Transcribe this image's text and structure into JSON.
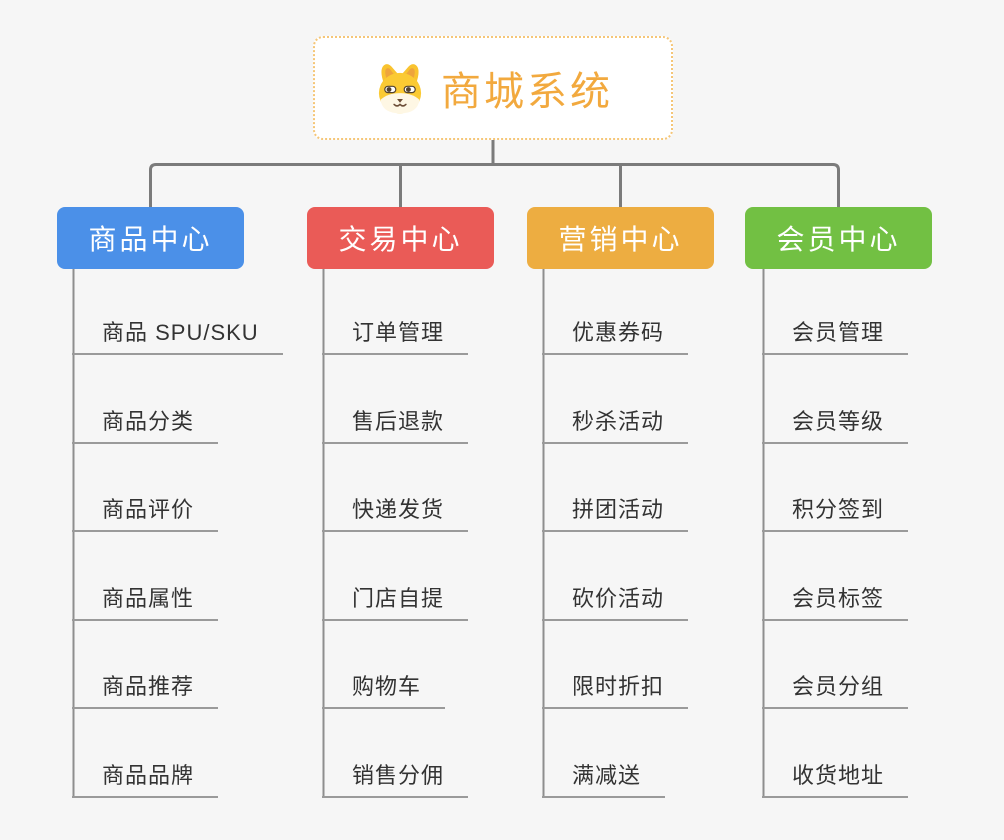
{
  "root": {
    "title": "商城系统",
    "icon": "shiba-dog-icon"
  },
  "branches": [
    {
      "label": "商品中心",
      "color": "#4B90E8",
      "children": [
        "商品 SPU/SKU",
        "商品分类",
        "商品评价",
        "商品属性",
        "商品推荐",
        "商品品牌"
      ]
    },
    {
      "label": "交易中心",
      "color": "#EA5B57",
      "children": [
        "订单管理",
        "售后退款",
        "快递发货",
        "门店自提",
        "购物车",
        "销售分佣"
      ]
    },
    {
      "label": "营销中心",
      "color": "#EDAD41",
      "children": [
        "优惠券码",
        "秒杀活动",
        "拼团活动",
        "砍价活动",
        "限时折扣",
        "满减送"
      ]
    },
    {
      "label": "会员中心",
      "color": "#72C043",
      "children": [
        "会员管理",
        "会员等级",
        "积分签到",
        "会员标签",
        "会员分组",
        "收货地址"
      ]
    }
  ],
  "theme": {
    "background": "#F6F6F6",
    "main_connector": "#7B7B7B",
    "child_connector": "#9A9A9A",
    "item_text": "#333333",
    "root_text": "#F2A93E",
    "root_border": "#F5C678",
    "root_background": "#FFFFFF"
  }
}
